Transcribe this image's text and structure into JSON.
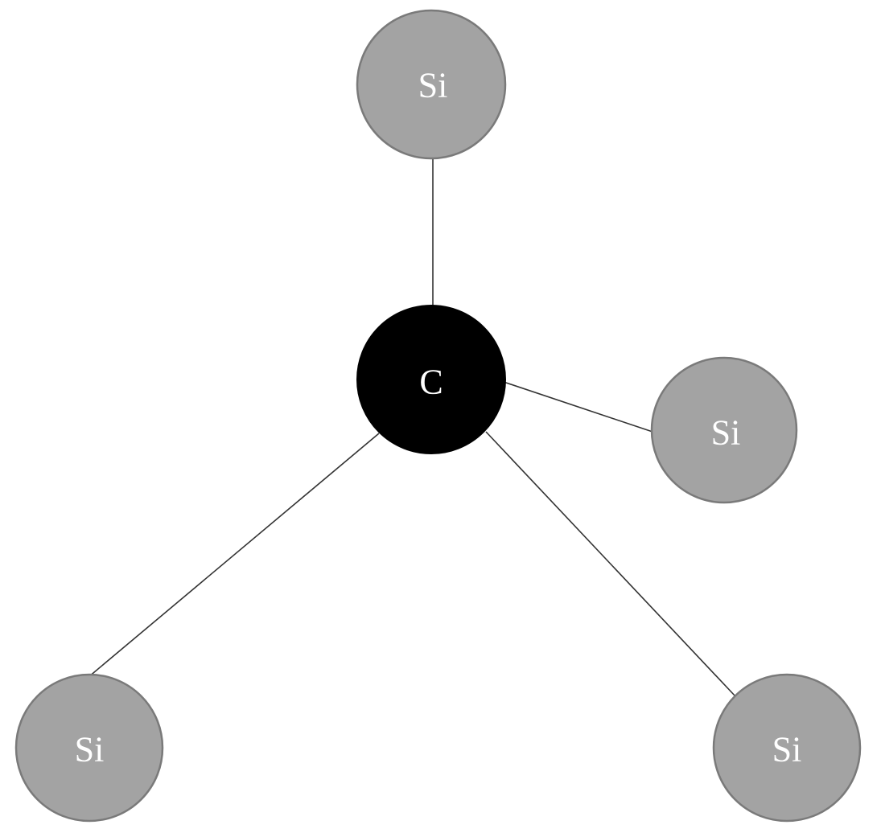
{
  "diagram": {
    "center_atom": {
      "label": "C",
      "color": "#000000"
    },
    "outer_atoms": [
      {
        "label": "Si",
        "color": "#a3a3a3"
      },
      {
        "label": "Si",
        "color": "#a3a3a3"
      },
      {
        "label": "Si",
        "color": "#a3a3a3"
      },
      {
        "label": "Si",
        "color": "#a3a3a3"
      }
    ],
    "bonds": [
      {
        "from": "center",
        "to": 0
      },
      {
        "from": "center",
        "to": 1
      },
      {
        "from": "center",
        "to": 2
      },
      {
        "from": "center",
        "to": 3
      }
    ]
  }
}
